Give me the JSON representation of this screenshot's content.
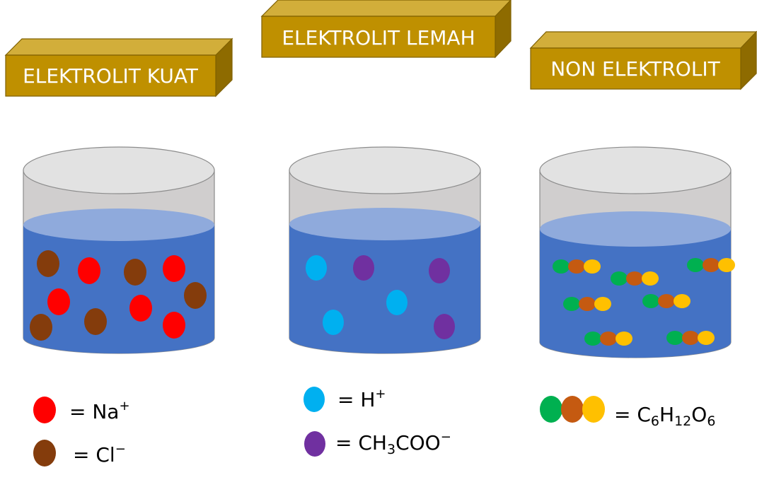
{
  "colors": {
    "label_front": "#BF9000",
    "label_top": "#D2AE3A",
    "label_side": "#8E6B00",
    "label_edge": "#7F6000",
    "beaker_wall": "#D0CECE",
    "beaker_rim": "#E2E2E2",
    "beaker_outline": "#8C8C8C",
    "water": "#4472C4",
    "water_surface": "#8FAADC",
    "sodium": "#FF0000",
    "chloride": "#843C0C",
    "hydrogen": "#00B0F0",
    "acetate": "#7030A0",
    "glucose_a": "#00B050",
    "glucose_b": "#C55A11",
    "glucose_c": "#FFC000"
  },
  "panels": [
    {
      "title": "ELEKTROLIT KUAT",
      "particle_kinds": [
        "sodium",
        "chloride"
      ],
      "legend": [
        {
          "icon": "red-ion-icon",
          "color_key": "sodium",
          "text": "= Na",
          "sup": "+"
        },
        {
          "icon": "brown-ion-icon",
          "color_key": "chloride",
          "text": "= Cl",
          "sup": "−"
        }
      ]
    },
    {
      "title": "ELEKTROLIT LEMAH",
      "particle_kinds": [
        "hydrogen",
        "acetate"
      ],
      "legend": [
        {
          "icon": "cyan-ion-icon",
          "color_key": "hydrogen",
          "text": "= H",
          "sup": "+"
        },
        {
          "icon": "purple-ion-icon",
          "color_key": "acetate",
          "text_parts": [
            "= CH",
            "3",
            "COO"
          ],
          "sup": "−"
        }
      ]
    },
    {
      "title": "NON ELEKTROLIT",
      "particle_kinds": [
        "glucose-molecule"
      ],
      "legend": [
        {
          "icon": "molecule-icon",
          "text_parts": [
            "= C",
            "6",
            "H",
            "12",
            "O",
            "6"
          ]
        }
      ]
    }
  ]
}
